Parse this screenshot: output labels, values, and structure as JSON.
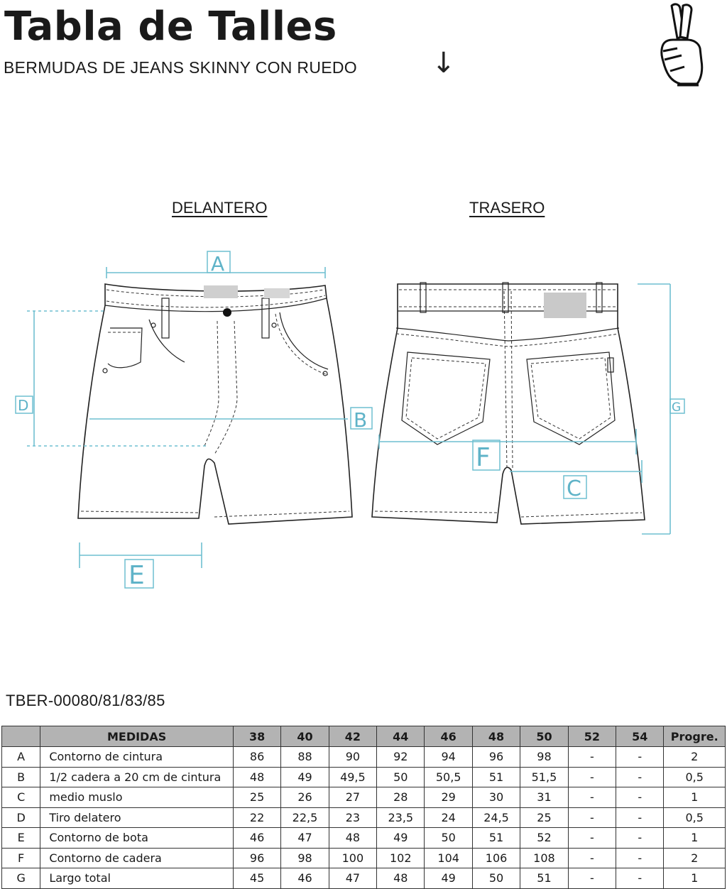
{
  "header": {
    "title": "Tabla de Talles",
    "subtitle": "BERMUDAS DE JEANS SKINNY CON RUEDO",
    "arrow_glyph": "↓"
  },
  "views": {
    "front_label": "DELANTERO",
    "back_label": "TRASERO"
  },
  "dimension_markers": {
    "A": "A",
    "B": "B",
    "C": "C",
    "D": "D",
    "E": "E",
    "F": "F",
    "G": "G"
  },
  "product_code": "TBER-00080/81/83/85",
  "table": {
    "columns": [
      "",
      "MEDIDAS",
      "38",
      "40",
      "42",
      "44",
      "46",
      "48",
      "50",
      "52",
      "54",
      "Progre."
    ],
    "rows": [
      [
        "A",
        "Contorno de cintura",
        "86",
        "88",
        "90",
        "92",
        "94",
        "96",
        "98",
        "-",
        "-",
        "2"
      ],
      [
        "B",
        "1/2 cadera a 20 cm de cintura",
        "48",
        "49",
        "49,5",
        "50",
        "50,5",
        "51",
        "51,5",
        "-",
        "-",
        "0,5"
      ],
      [
        "C",
        "medio muslo",
        "25",
        "26",
        "27",
        "28",
        "29",
        "30",
        "31",
        "-",
        "-",
        "1"
      ],
      [
        "D",
        "Tiro delatero",
        "22",
        "22,5",
        "23",
        "23,5",
        "24",
        "24,5",
        "25",
        "-",
        "-",
        "0,5"
      ],
      [
        "E",
        "Contorno de bota",
        "46",
        "47",
        "48",
        "49",
        "50",
        "51",
        "52",
        "-",
        "-",
        "1"
      ],
      [
        "F",
        "Contorno de cadera",
        "96",
        "98",
        "100",
        "102",
        "104",
        "106",
        "108",
        "-",
        "-",
        "2"
      ],
      [
        "G",
        "Largo total",
        "45",
        "46",
        "47",
        "48",
        "49",
        "50",
        "51",
        "-",
        "-",
        "1"
      ]
    ]
  },
  "colors": {
    "dimension_accent": "#6fbfd0",
    "table_header_bg": "#b3b3b3"
  },
  "icons": {
    "brand_logo": "crossed-fingers-hand-icon"
  }
}
